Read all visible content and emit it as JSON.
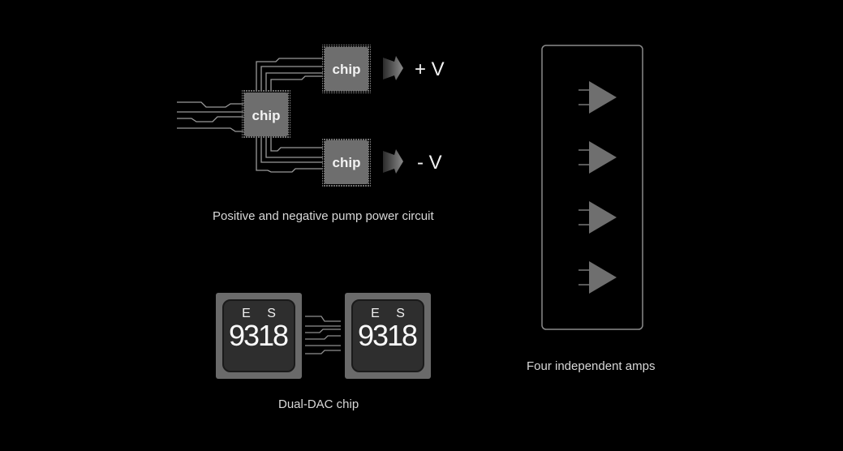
{
  "power_circuit": {
    "main_chip_label": "chip",
    "positive_chip_label": "chip",
    "negative_chip_label": "chip",
    "positive_output": "+ V",
    "negative_output": "- V",
    "caption": "Positive and negative pump power circuit"
  },
  "dual_dac": {
    "chips": [
      {
        "brand": "E S",
        "model": "9318"
      },
      {
        "brand": "E S",
        "model": "9318"
      }
    ],
    "caption": "Dual-DAC chip"
  },
  "amps": {
    "count": 4,
    "caption": "Four independent amps"
  },
  "colors": {
    "background": "#000000",
    "chip_fill": "#6e6e6e",
    "trace": "#9a9a9a",
    "amp_triangle": "#6f6f6f",
    "frame": "#8a8a8a"
  }
}
